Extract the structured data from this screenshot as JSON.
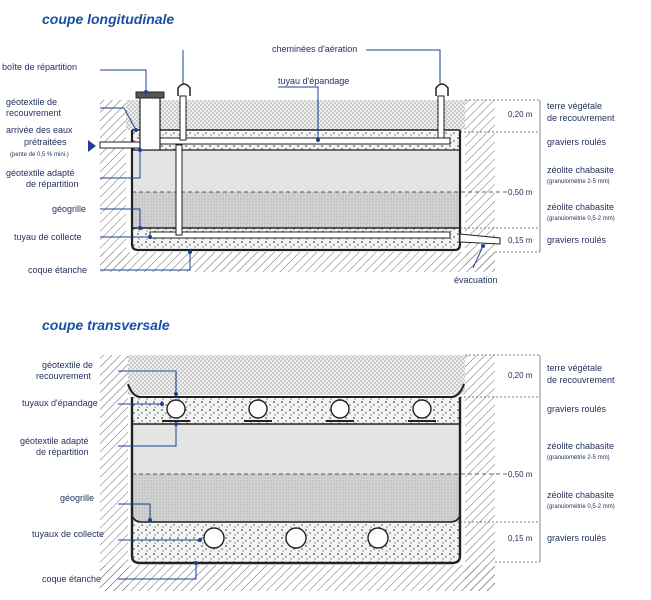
{
  "long": {
    "title": "coupe longitudinale",
    "labels": {
      "boite": "boîte de répartition",
      "geotex_rec_1": "géotextile de",
      "geotex_rec_2": "recouvrement",
      "arrivee_1": "arrivée des eaux",
      "arrivee_2": "prétraitées",
      "arrivee_3": "(pente de 0,5 % mini.)",
      "geotex_rep_1": "géotextile adapté",
      "geotex_rep_2": "de répartition",
      "geogrille": "géogrille",
      "tuyau_collecte": "tuyau de collecte",
      "coque": "coque étanche",
      "cheminees": "cheminées d'aération",
      "tuyau_epandage": "tuyau d'épandage",
      "evacuation": "évacuation"
    },
    "right": {
      "terre_1": "terre végétale",
      "terre_2": "de recouvrement",
      "graviers1": "graviers roulés",
      "zeo1": "zéolite chabasite",
      "zeo1_g": "(granulométrie 2-5 mm)",
      "zeo2": "zéolite chabasite",
      "zeo2_g": "(granulométrie 0,5-2 mm)",
      "graviers2": "graviers roulés"
    },
    "dims": {
      "d1": "0,20 m",
      "d2": "0,50 m",
      "d3": "0,15 m"
    }
  },
  "trans": {
    "title": "coupe transversale",
    "labels": {
      "geotex_rec_1": "géotextile de",
      "geotex_rec_2": "recouvrement",
      "tuyaux_epandage": "tuyaux d'épandage",
      "geotex_rep_1": "géotextile adapté",
      "geotex_rep_2": "de répartition",
      "geogrille": "géogrille",
      "tuyaux_collecte": "tuyaux de collecte",
      "coque": "coque étanche"
    },
    "right": {
      "terre_1": "terre végétale",
      "terre_2": "de recouvrement",
      "graviers1": "graviers roulés",
      "zeo1": "zéolite chabasite",
      "zeo1_g": "(granulométrie 2-5 mm)",
      "zeo2": "zéolite chabasite",
      "zeo2_g": "(granulométrie 0,5-2 mm)",
      "graviers2": "graviers roulés"
    },
    "dims": {
      "d1": "0,20 m",
      "d2": "0,50 m",
      "d3": "0,15 m"
    }
  },
  "colors": {
    "title": "#1a4fa8",
    "leader": "#1f3f9a",
    "text": "#1f2d5c"
  }
}
